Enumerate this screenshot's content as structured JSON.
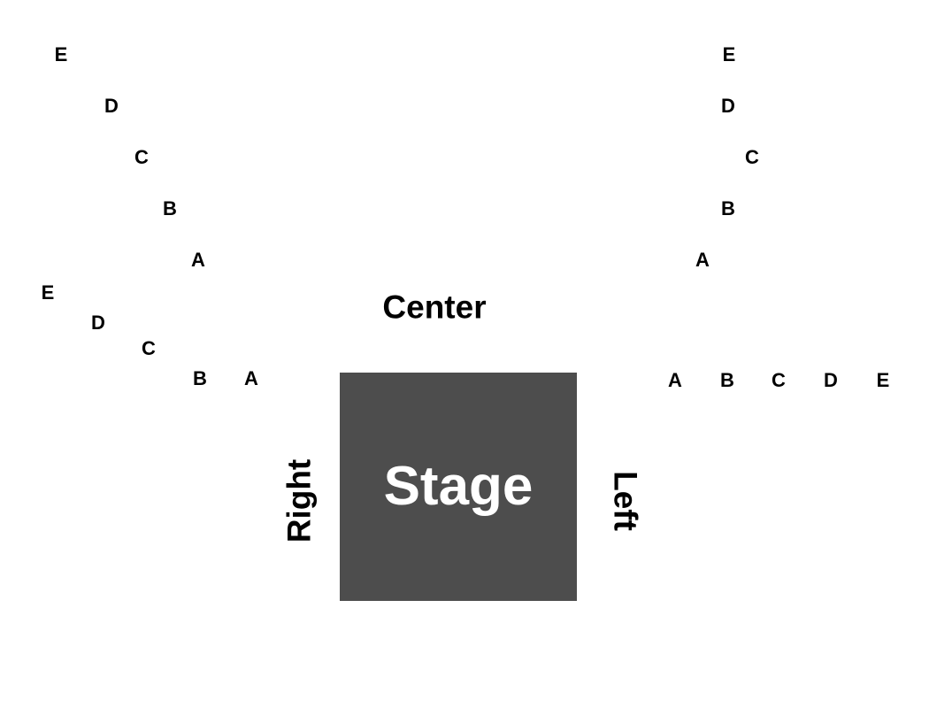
{
  "stage": {
    "label": "Stage",
    "color": "#4d4d4d",
    "text_color": "#ffffff"
  },
  "sections": {
    "center": "Center",
    "right": "Right",
    "left": "Left"
  },
  "rows": {
    "upper_left": [
      "E",
      "D",
      "C",
      "B",
      "A"
    ],
    "lower_left": [
      "E",
      "D",
      "C",
      "B",
      "A"
    ],
    "upper_right": [
      "E",
      "D",
      "C",
      "B",
      "A"
    ],
    "lower_right": [
      "A",
      "B",
      "C",
      "D",
      "E"
    ]
  }
}
